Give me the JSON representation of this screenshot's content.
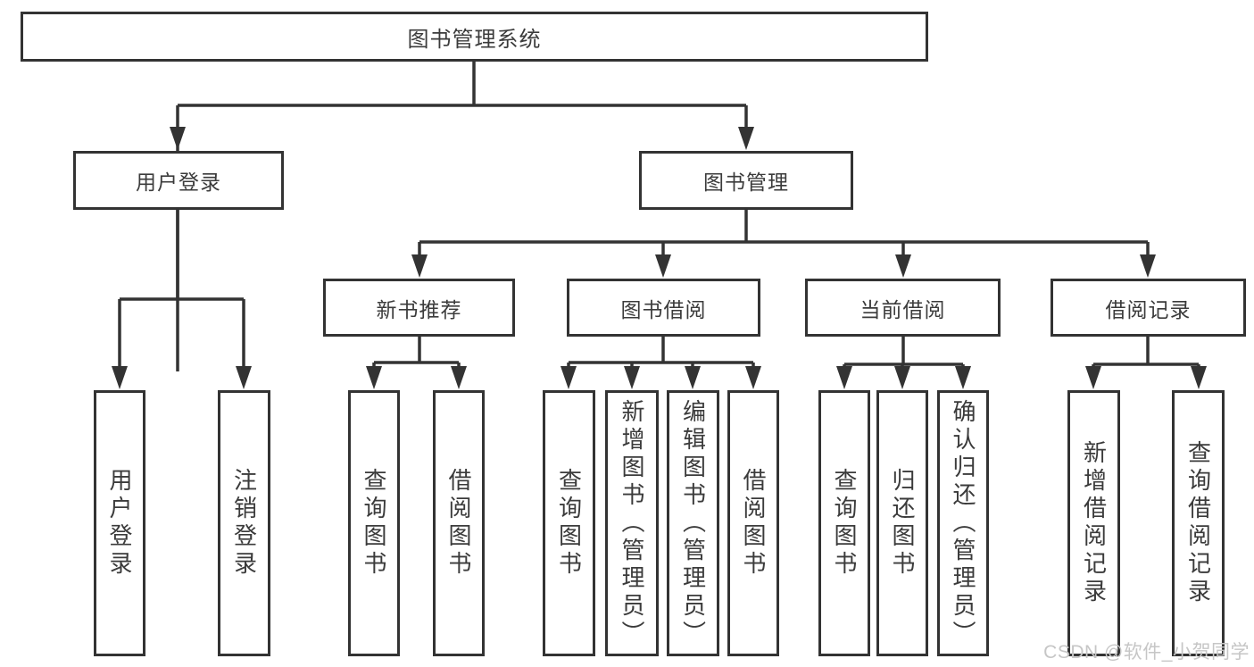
{
  "diagram": {
    "type": "hierarchy-tree",
    "tree": {
      "label": "图书管理系统",
      "children": [
        {
          "label": "用户登录",
          "children": [
            {
              "label": "用户登录"
            },
            {
              "label": "注销登录"
            }
          ]
        },
        {
          "label": "图书管理",
          "children": [
            {
              "label": "新书推荐",
              "children": [
                {
                  "label": "查询图书"
                },
                {
                  "label": "借阅图书"
                }
              ]
            },
            {
              "label": "图书借阅",
              "children": [
                {
                  "label": "查询图书"
                },
                {
                  "label": "新增图书（管理员）"
                },
                {
                  "label": "编辑图书（管理员）"
                },
                {
                  "label": "借阅图书"
                }
              ]
            },
            {
              "label": "当前借阅",
              "children": [
                {
                  "label": "查询图书"
                },
                {
                  "label": "归还图书"
                },
                {
                  "label": "确认归还（管理员）"
                }
              ]
            },
            {
              "label": "借阅记录",
              "children": [
                {
                  "label": "新增借阅记录"
                },
                {
                  "label": "查询借阅记录"
                }
              ]
            }
          ]
        }
      ]
    }
  },
  "watermark": {
    "text": "CSDN @软件_小贺同学"
  },
  "theme": {
    "line_color": "#333333",
    "text_color": "#3b3b3b",
    "watermark_color": "#c6c6c6",
    "background": "#ffffff"
  }
}
